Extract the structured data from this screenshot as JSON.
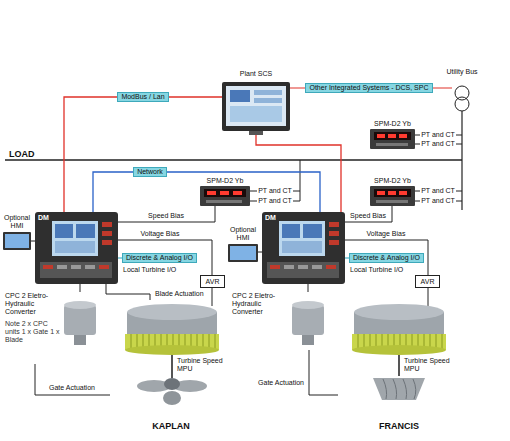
{
  "diagram": {
    "nodes": [
      {
        "text": [
          "Plant SCS"
        ]
      },
      {
        "text": [
          "Utility Bus"
        ]
      },
      {
        "text": [
          "SPM-D2 Yb"
        ]
      },
      {
        "text": [
          "SPM-D2 Yb"
        ]
      },
      {
        "text": [
          "SPM-D2 Yb"
        ]
      },
      {
        "text": [
          "Optional HMI"
        ]
      },
      {
        "text": [
          "DM"
        ]
      },
      {
        "text": [
          "Optional HMI"
        ]
      },
      {
        "text": [
          "DM"
        ]
      },
      {
        "text": [
          "AVR"
        ]
      },
      {
        "text": [
          "AVR"
        ]
      },
      {
        "text": [
          "CPC 2 Eletro-Hydraulic Converter",
          "Note 2 x CPC units 1 x Gate 1 x Blade"
        ]
      },
      {
        "text": [
          "KAPLAN"
        ]
      },
      {
        "text": [
          "CPC 2 Eletro-Hydraulic Converter"
        ]
      },
      {
        "text": [
          "FRANCIS"
        ]
      }
    ],
    "edges": [
      {
        "from": 6,
        "to": 0,
        "label": "ModBus / Lan",
        "arrow": "none"
      },
      {
        "from": 8,
        "to": 0,
        "arrow": "none"
      },
      {
        "from": 6,
        "to": 8,
        "label": "Network",
        "arrow": "none"
      },
      {
        "from": 3,
        "to": 6,
        "label": "Speed Bias",
        "arrow": "none"
      },
      {
        "from": 6,
        "to": 9,
        "label": "Voltage Bias",
        "arrow": "none"
      },
      {
        "from": 4,
        "to": 8,
        "label": "Speed Bias",
        "arrow": "none"
      },
      {
        "from": 8,
        "to": 10,
        "label": "Voltage Bias",
        "arrow": "none"
      },
      {
        "from": 5,
        "to": 6,
        "arrow": "none"
      },
      {
        "from": 7,
        "to": 8,
        "arrow": "none"
      },
      {
        "from": 6,
        "to": 11,
        "arrow": "none"
      },
      {
        "from": 11,
        "to": 12,
        "label": "Gate Actuation",
        "arrow": "none"
      },
      {
        "from": 6,
        "to": 12,
        "label": "Blade Actuation",
        "arrow": "none"
      },
      {
        "from": 8,
        "to": 13,
        "arrow": "none"
      },
      {
        "from": 13,
        "to": 14,
        "label": "Gate Actuation",
        "arrow": "none"
      }
    ],
    "labels": [
      "LOAD",
      "Other Integrated Systems - DCS, SPC",
      "PT and CT",
      "PT and CT",
      "PT and CT",
      "PT and CT",
      "PT and CT",
      "PT and CT",
      "Discrete & Analog I/O",
      "Local Turbine I/O",
      "Discrete & Analog I/O",
      "Local Turbine I/O",
      "Turbine Speed",
      "MPU",
      "Turbine Speed",
      "MPU"
    ]
  }
}
